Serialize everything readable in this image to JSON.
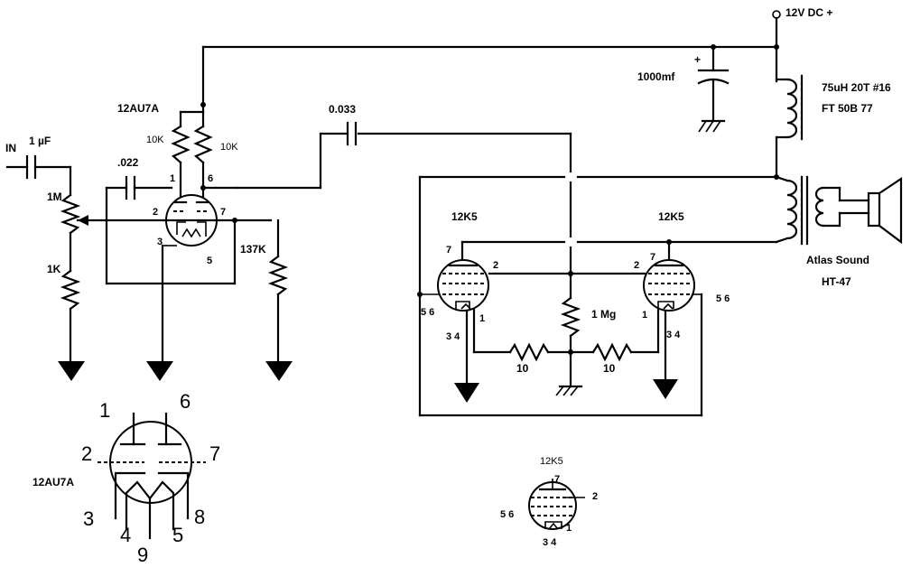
{
  "power": {
    "supply": "12V DC +"
  },
  "components": {
    "input": "IN",
    "c_in": "1 µF",
    "c_fb": ".022",
    "pot": "1M",
    "r_low": "1K",
    "tube1": "12AU7A",
    "r_plate1": "10K",
    "r_plate2": "10K",
    "r_cath": "137K",
    "c_couple": "0.033",
    "c_filter": "1000mf",
    "choke": "75uH 20T #16",
    "choke_core": "FT 50B 77",
    "tube_left": "12K5",
    "tube_right": "12K5",
    "r_center": "1 Mg",
    "r_fil_left": "10",
    "r_fil_right": "10",
    "speaker": "Atlas Sound",
    "speaker_model": "HT-47"
  },
  "pins": {
    "t1": {
      "p1": "1",
      "p6": "6",
      "p2": "2",
      "p7": "7",
      "p3": "3",
      "p5": "5"
    },
    "tl": {
      "p7": "7",
      "p2": "2",
      "p56": "5  6",
      "p1": "1",
      "p34": "3  4"
    },
    "tr": {
      "p7": "7",
      "p2": "2",
      "p56": "5  6",
      "p1": "1",
      "p34": "3  4"
    }
  },
  "pinout_12au7a": {
    "label": "12AU7A",
    "p1": "1",
    "p2": "2",
    "p3": "3",
    "p4": "4",
    "p5": "5",
    "p6": "6",
    "p7": "7",
    "p8": "8",
    "p9": "9"
  },
  "pinout_12k5": {
    "label": "12K5",
    "p7": "7",
    "p2": "2",
    "p56": "5  6",
    "p1": "1",
    "p34": "3  4"
  }
}
